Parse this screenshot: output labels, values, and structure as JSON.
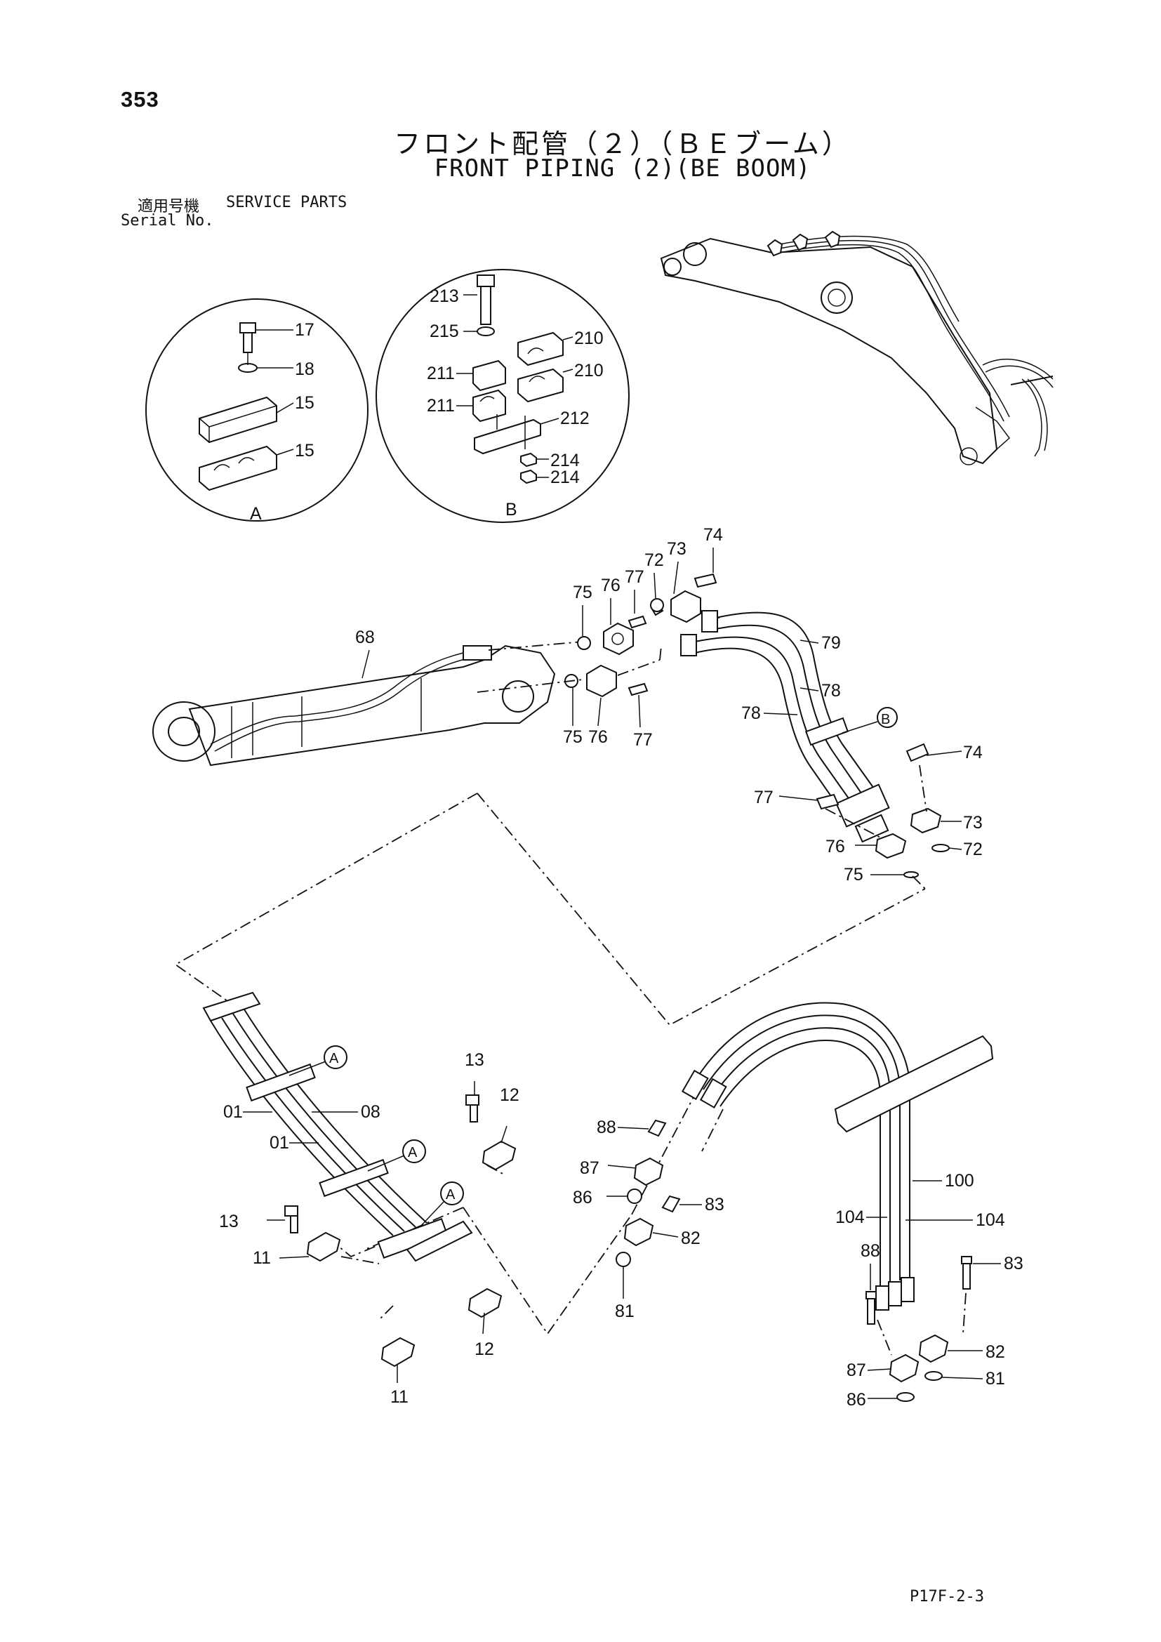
{
  "page_number": "353",
  "title_jp": "フロント配管（２）（ＢＥブーム）",
  "title_en": "FRONT PIPING (2)(BE BOOM)",
  "serial_label_jp": "適用号機",
  "serial_label_en": "Serial No.",
  "serial_value": "SERVICE PARTS",
  "doc_code": "P17F-2-3",
  "detail_labels": {
    "a": "A",
    "b": "B"
  },
  "callouts": {
    "c17": "17",
    "c18": "18",
    "c15a": "15",
    "c15b": "15",
    "c213": "213",
    "c215": "215",
    "c210a": "210",
    "c210b": "210",
    "c211a": "211",
    "c211b": "211",
    "c212": "212",
    "c214a": "214",
    "c214b": "214",
    "c74a": "74",
    "c73a": "73",
    "c72a": "72",
    "c77a": "77",
    "c76a": "76",
    "c75a": "75",
    "c68": "68",
    "c79": "79",
    "c78a": "78",
    "c78b": "78",
    "c75b": "75",
    "c76b": "76",
    "c77b": "77",
    "c74b": "74",
    "c77c": "77",
    "c73b": "73",
    "c76c": "76",
    "c72b": "72",
    "c75c": "75",
    "c13a": "13",
    "c12a": "12",
    "c01a": "01",
    "c08": "08",
    "c01b": "01",
    "c13b": "13",
    "c11a": "11",
    "c12b": "12",
    "c11b": "11",
    "c88a": "88",
    "c87a": "87",
    "c86a": "86",
    "c83a": "83",
    "c82a": "82",
    "c81a": "81",
    "c100": "100",
    "c104a": "104",
    "c104b": "104",
    "c88b": "88",
    "c83b": "83",
    "c87b": "87",
    "c82b": "82",
    "c81b": "81",
    "c86b": "86"
  }
}
